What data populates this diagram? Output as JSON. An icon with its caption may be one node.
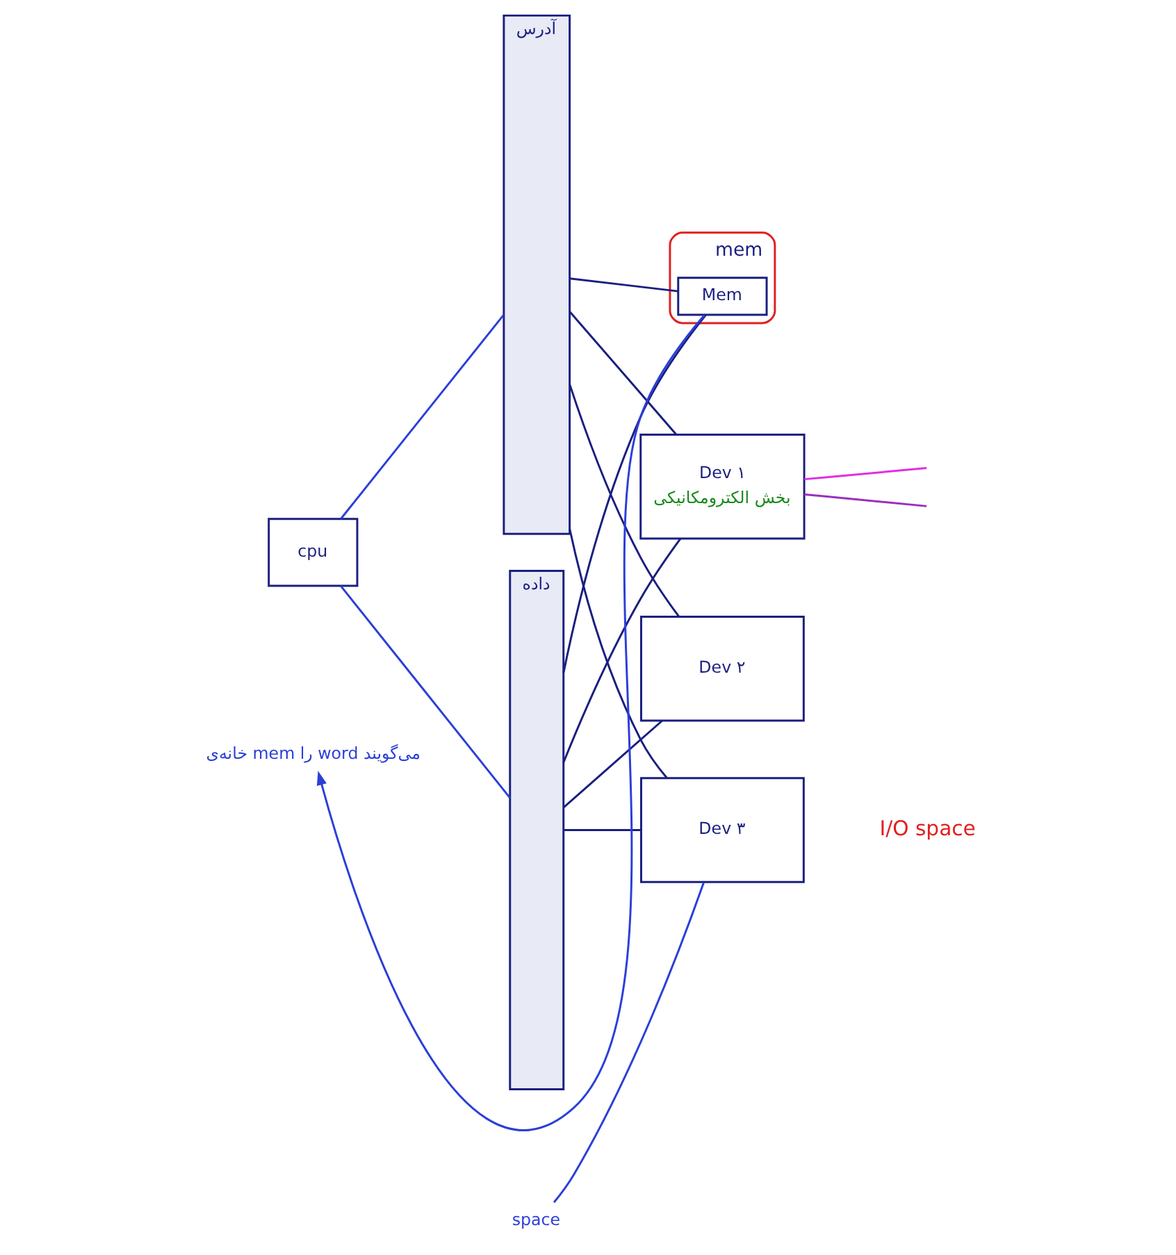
{
  "diagram": {
    "nodes": [
      {
        "text": [
          "خانه‌ی mem را word می‌گویند"
        ]
      },
      {
        "text": [
          "آدرس"
        ]
      },
      {
        "text": [
          "داده"
        ]
      },
      {
        "text": [
          "mem"
        ]
      },
      {
        "text": [
          "Mem"
        ],
        "in": 3
      },
      {
        "text": [
          "cpu"
        ]
      },
      {
        "text": [
          "Dev ۱",
          "بخش الکترومکانیکی"
        ]
      },
      {
        "text": [
          "space"
        ]
      },
      {
        "text": [
          "Dev ۲"
        ]
      },
      {
        "text": [
          "Dev ۳"
        ]
      }
    ],
    "edges": [
      {
        "from": 4,
        "to": 0,
        "arrow": "to",
        "color": "#2b3fd8"
      },
      {
        "from": 5,
        "to": 1,
        "arrow": "none",
        "color": "#2b3fd8"
      },
      {
        "from": 5,
        "to": 2,
        "arrow": "none",
        "color": "#2b3fd8"
      },
      {
        "from": 1,
        "to": 4,
        "arrow": "none"
      },
      {
        "from": 2,
        "to": 4,
        "arrow": "none"
      },
      {
        "from": 1,
        "to": 6,
        "arrow": "none"
      },
      {
        "from": 2,
        "to": 6,
        "arrow": "none"
      },
      {
        "from": 1,
        "to": 8,
        "arrow": "none"
      },
      {
        "from": 2,
        "to": 8,
        "arrow": "none"
      },
      {
        "from": 1,
        "to": 9,
        "arrow": "none"
      },
      {
        "from": 2,
        "to": 9,
        "arrow": "none"
      },
      {
        "from": 6,
        "to": null,
        "arrow": "none",
        "color": "#9a2fc0"
      },
      {
        "from": 6,
        "to": null,
        "arrow": "none",
        "color": "#e030e0"
      },
      {
        "from": 7,
        "to": 9,
        "arrow": "none",
        "color": "#2b3fd8"
      }
    ],
    "labels": [
      "I/O space"
    ]
  }
}
